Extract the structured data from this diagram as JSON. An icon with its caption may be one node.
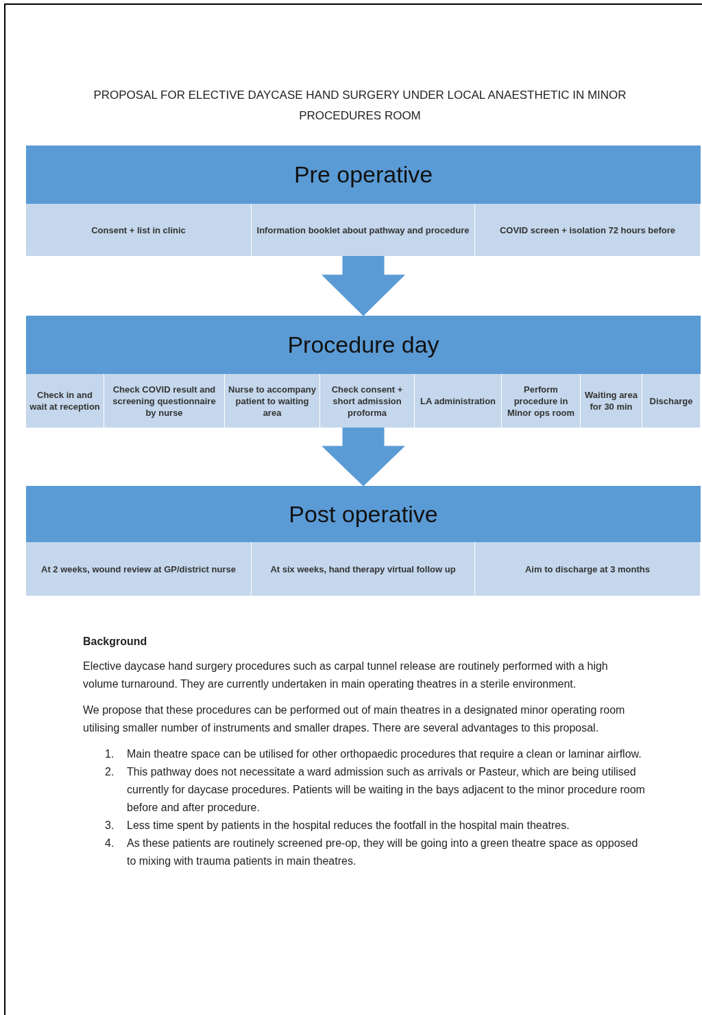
{
  "diagram": {
    "title": "PROPOSAL FOR ELECTIVE DAYCASE HAND SURGERY UNDER LOCAL ANAESTHETIC IN MINOR PROCEDURES ROOM",
    "nodes": [
      {
        "text": [
          "Pre operative"
        ]
      },
      {
        "text": [
          "Consent + list in clinic"
        ]
      },
      {
        "text": [
          "Information booklet about pathway and procedure"
        ]
      },
      {
        "text": [
          "COVID screen + isolation 72 hours before"
        ]
      },
      {
        "text": [
          "Procedure day"
        ]
      },
      {
        "text": [
          "Check in and wait at reception"
        ]
      },
      {
        "text": [
          "Check COVID result and screening questionnaire by nurse"
        ]
      },
      {
        "text": [
          "Nurse to accompany patient to waiting area"
        ]
      },
      {
        "text": [
          "Check consent + short admission proforma"
        ]
      },
      {
        "text": [
          "LA administration"
        ]
      },
      {
        "text": [
          "Perform procedure in Minor ops room"
        ]
      },
      {
        "text": [
          "Waiting area for 30 min"
        ]
      },
      {
        "text": [
          "Discharge"
        ]
      },
      {
        "text": [
          "Post operative"
        ]
      },
      {
        "text": [
          "At 2 weeks, wound review at GP/district nurse"
        ]
      },
      {
        "text": [
          "At six weeks, hand therapy virtual follow up"
        ]
      },
      {
        "text": [
          "Aim to discharge at 3 months"
        ]
      }
    ],
    "edges": [
      {
        "from": 2,
        "to": 4,
        "arrow": "to"
      },
      {
        "from": 8,
        "to": 13,
        "arrow": "to"
      }
    ],
    "labels": [
      "Background",
      "Elective daycase hand surgery procedures such as carpal tunnel release are routinely performed with a high volume turnaround. They are currently undertaken in main operating theatres in a sterile environment.",
      "We propose that these procedures can be performed out of main theatres in a designated minor operating room utilising smaller number of instruments and smaller drapes. There are several advantages to this proposal.",
      "1.",
      "Main theatre space can be utilised for other orthopaedic procedures that require a clean or laminar airflow.",
      "2.",
      "This pathway does not necessitate a ward admission such as arrivals or Pasteur, which are being utilised currently for daycase procedures. Patients will be waiting in the bays adjacent to the minor procedure room before and after procedure.",
      "3.",
      "Less time spent by patients in the hospital reduces the footfall in the hospital main theatres.",
      "4.",
      "As these patients are routinely screened pre-op, they will be going into a green theatre space as opposed to mixing with trauma patients in main theatres."
    ]
  }
}
